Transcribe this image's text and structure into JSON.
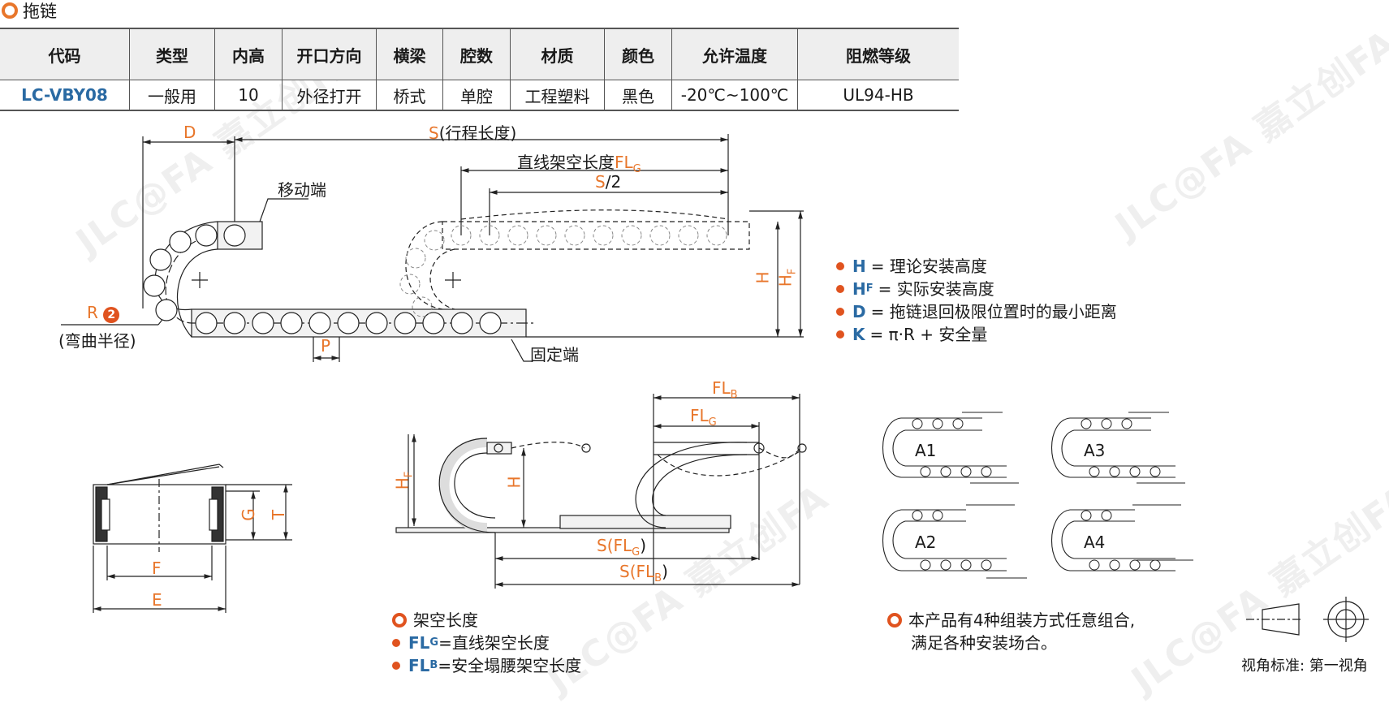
{
  "title": "拖链",
  "table": {
    "headers": [
      "代码",
      "类型",
      "内高",
      "开口方向",
      "横梁",
      "腔数",
      "材质",
      "颜色",
      "允许温度",
      "阻燃等级"
    ],
    "row": [
      "LC-VBY08",
      "一般用",
      "10",
      "外径打开",
      "桥式",
      "单腔",
      "工程塑料",
      "黑色",
      "-20℃~100℃",
      "UL94-HB"
    ]
  },
  "diagram_labels": {
    "d": "D",
    "s_travel": "S",
    "s_travel_suffix": "(行程长度)",
    "flg_prefix": "直线架空长度",
    "flg": "FL",
    "flg_sub": "G",
    "s_half": "S",
    "s_half_suffix": "/2",
    "moving_end": "移动端",
    "fixed_end": "固定端",
    "r": "R",
    "r_badge": "2",
    "bend_radius": "(弯曲半径)",
    "p": "P",
    "h": "H",
    "hf": "H",
    "hf_sub": "F",
    "g": "G",
    "t": "T",
    "f": "F",
    "e": "E",
    "flb": "FL",
    "flb_sub": "B",
    "flg2": "FL",
    "flg2_sub": "G",
    "hf2": "H",
    "hf2_sub": "F",
    "h2": "H",
    "s_flg_prefix": "S(",
    "s_flg": "FL",
    "s_flg_sub": "G",
    "s_flg_suffix": ")",
    "s_flb_prefix": "S(",
    "s_flb": "FL",
    "s_flb_sub": "B",
    "s_flb_suffix": ")",
    "a1": "A1",
    "a2": "A2",
    "a3": "A3",
    "a4": "A4"
  },
  "legend": [
    {
      "sym": "H",
      "sub": "",
      "text": "= 理论安装高度"
    },
    {
      "sym": "H",
      "sub": "F",
      "text": "= 实际安装高度"
    },
    {
      "sym": "D",
      "sub": "",
      "text": "= 拖链退回极限位置时的最小距离"
    },
    {
      "sym": "K",
      "sub": "",
      "text": "= π·R + 安全量"
    }
  ],
  "span_legend": {
    "heading": "架空长度",
    "items": [
      {
        "sym": "FL",
        "sub": "G",
        "text": "=直线架空长度"
      },
      {
        "sym": "FL",
        "sub": "B",
        "text": "=安全塌腰架空长度"
      }
    ]
  },
  "assembly_note": {
    "line1": "本产品有4种组装方式任意组合,",
    "line2": "满足各种安装场合。"
  },
  "view_standard": "视角标准: 第一视角",
  "watermark": "JLC@FA 嘉立创FA",
  "colors": {
    "accent": "#e8762b",
    "code_blue": "#2a6aa3",
    "bullet": "#e0531f"
  }
}
